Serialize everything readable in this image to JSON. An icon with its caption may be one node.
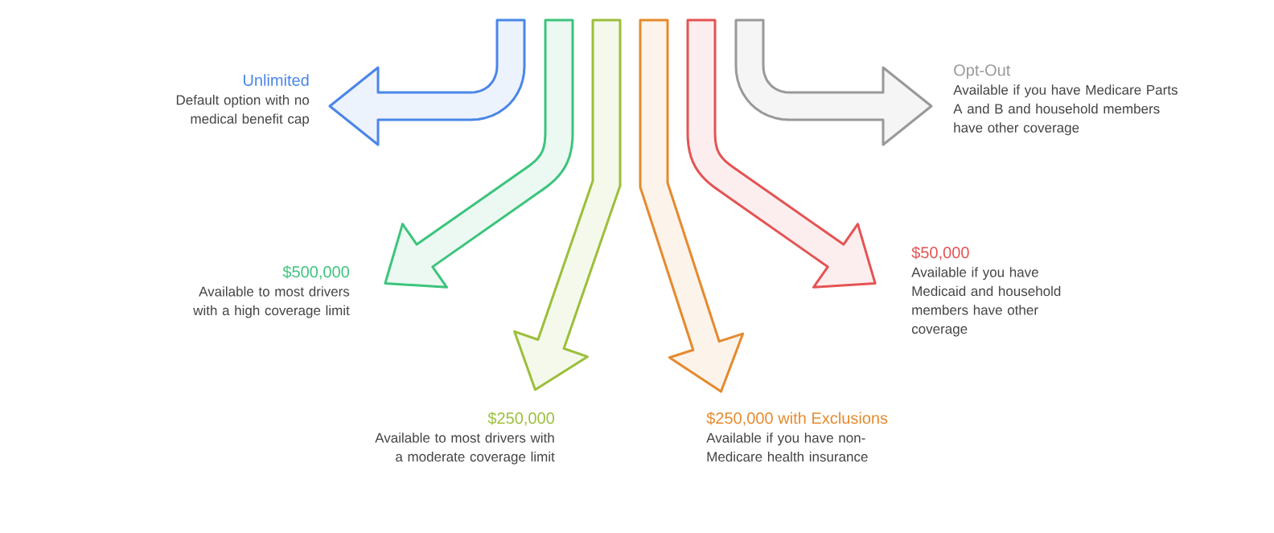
{
  "diagram": {
    "nodes": [
      {
        "text": [
          "Unlimited",
          "Default option with no medical benefit cap"
        ]
      },
      {
        "text": [
          "$500,000",
          "Available to most drivers with a high coverage limit"
        ]
      },
      {
        "text": [
          "$250,000",
          "Available to most drivers with a moderate coverage limit"
        ]
      },
      {
        "text": [
          "$250,000 with Exclusions",
          "Available if you have non-Medicare health insurance"
        ]
      },
      {
        "text": [
          "$50,000",
          "Available if you have Medicaid and household members have other coverage"
        ]
      },
      {
        "text": [
          "Opt-Out",
          "Available if you have Medicare Parts A and B and household members have other coverage"
        ]
      }
    ],
    "edges": [
      {
        "from": null,
        "to": 0,
        "arrow": "to",
        "color": "#4a86e8"
      },
      {
        "from": null,
        "to": 1,
        "arrow": "to",
        "color": "#3cc47c"
      },
      {
        "from": null,
        "to": 2,
        "arrow": "to",
        "color": "#9bbf3a"
      },
      {
        "from": null,
        "to": 3,
        "arrow": "to",
        "color": "#e58a2d"
      },
      {
        "from": null,
        "to": 4,
        "arrow": "to",
        "color": "#e55353"
      },
      {
        "from": null,
        "to": 5,
        "arrow": "to",
        "color": "#999999"
      }
    ]
  }
}
